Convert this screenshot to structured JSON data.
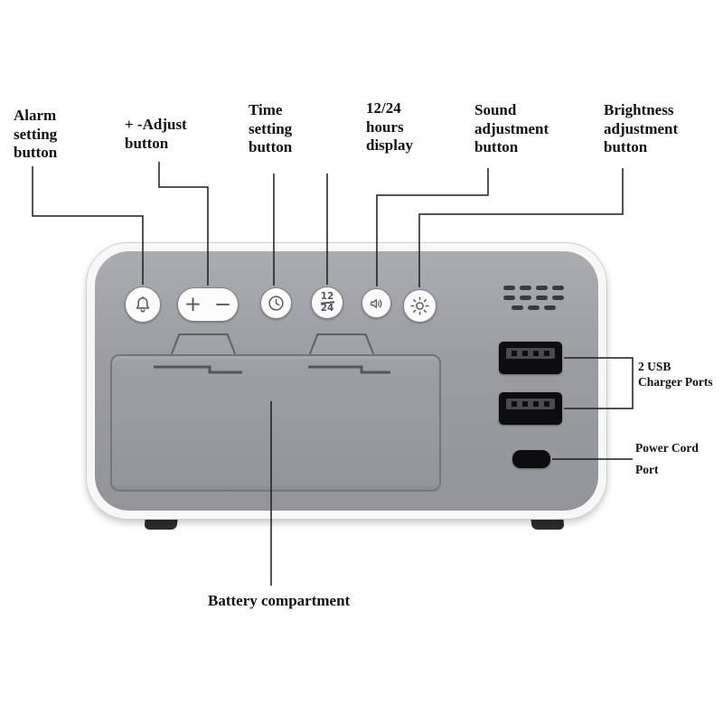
{
  "labels": {
    "alarm": "Alarm setting button",
    "adjust": "+ -Adjust button",
    "time": "Time setting button",
    "hours": "12/24 hours display",
    "sound": "Sound adjustment button",
    "brightness": "Brightness adjustment button",
    "usb": "2 USB Charger Ports",
    "power": "Power Cord Port",
    "battery": "Battery compartment"
  },
  "device": {
    "buttons": {
      "plus": "+",
      "minus": "−",
      "hours_top": "12",
      "hours_bottom": "24"
    },
    "icons": {
      "alarm": "bell-icon",
      "adjust": "plus-minus-glyphs",
      "time": "clock-icon",
      "hours": "12-24-fraction",
      "sound": "speaker-icon",
      "brightness": "sun-icon"
    }
  },
  "colors": {
    "background": "#ffffff",
    "label_text": "#111111",
    "body_gray": "#9b9ca1",
    "shell_white": "#f7f7f8",
    "port_black": "#0d0d0f",
    "icon_gray": "#5d5e63",
    "line_black": "#1c1c1c"
  }
}
